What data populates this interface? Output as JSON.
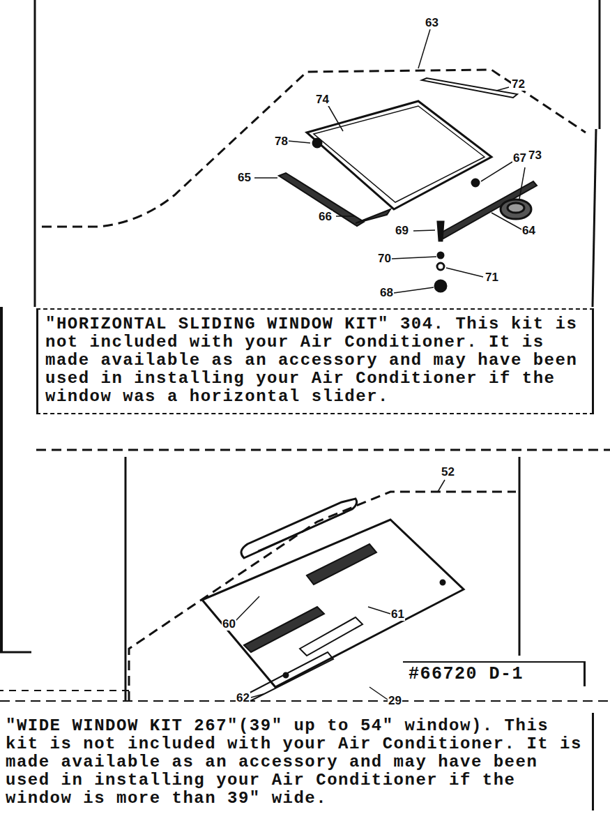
{
  "diagram": {
    "nodes": [
      {
        "text": [
          "\"HORIZONTAL SLIDING WINDOW KIT\" 304.  This kit is not included with your Air Conditioner.  It is made available as an accessory and may have been used in installing your Air Conditioner if the window was a horizontal slider."
        ]
      },
      {
        "text": [
          "#66720 D-1"
        ]
      },
      {
        "text": [
          "\"WIDE WINDOW KIT 267\"(39\" up to 54\" window).  This kit is not included with your Air Conditioner.  It is made available as an accessory and may have been used in installing your Air Conditioner if the window is more than 39\" wide."
        ]
      }
    ],
    "labels": [
      "63",
      "72",
      "74",
      "78",
      "65",
      "66",
      "67",
      "73",
      "69",
      "64",
      "70",
      "71",
      "68",
      "52",
      "60",
      "61",
      "62",
      "29"
    ]
  }
}
